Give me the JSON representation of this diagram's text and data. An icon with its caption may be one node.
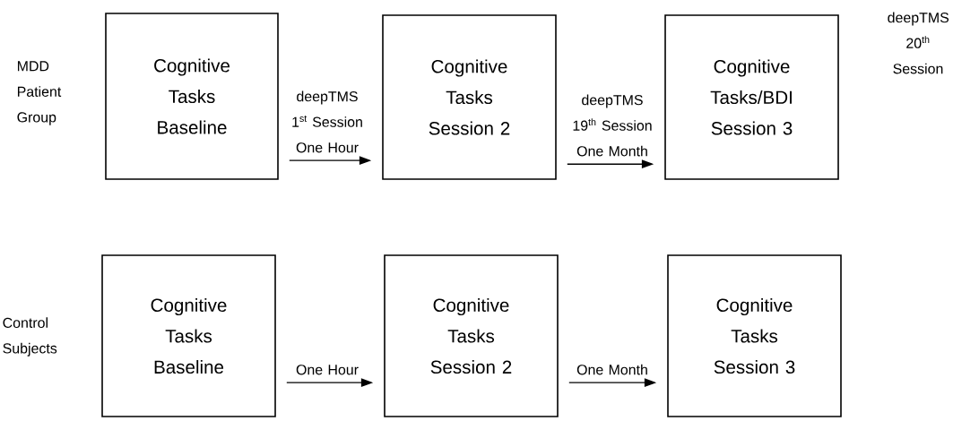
{
  "diagram": {
    "nodes": [
      {
        "text": [
          "Cognitive Tasks Baseline"
        ]
      },
      {
        "text": [
          "Cognitive Tasks Session 2"
        ]
      },
      {
        "text": [
          "Cognitive Tasks/BDI Session 3"
        ]
      },
      {
        "text": [
          "Cognitive Tasks Baseline"
        ]
      },
      {
        "text": [
          "Cognitive Tasks Session 2"
        ]
      },
      {
        "text": [
          "Cognitive Tasks Session 3"
        ]
      }
    ],
    "edges": [
      {
        "from": 0,
        "to": 1,
        "arrow": "to",
        "label": "deepTMS 1$^{st}$ Session One Hour"
      },
      {
        "from": 1,
        "to": 2,
        "arrow": "to",
        "label": "deepTMS 19$^{th}$ Session One Month"
      },
      {
        "from": 3,
        "to": 4,
        "arrow": "to",
        "label": "One Hour"
      },
      {
        "from": 4,
        "to": 5,
        "arrow": "to",
        "label": "One Month"
      }
    ],
    "labels": [
      "MDD Patient Group",
      "deepTMS 20$^{th}$ Session",
      "Control Subjects"
    ]
  }
}
